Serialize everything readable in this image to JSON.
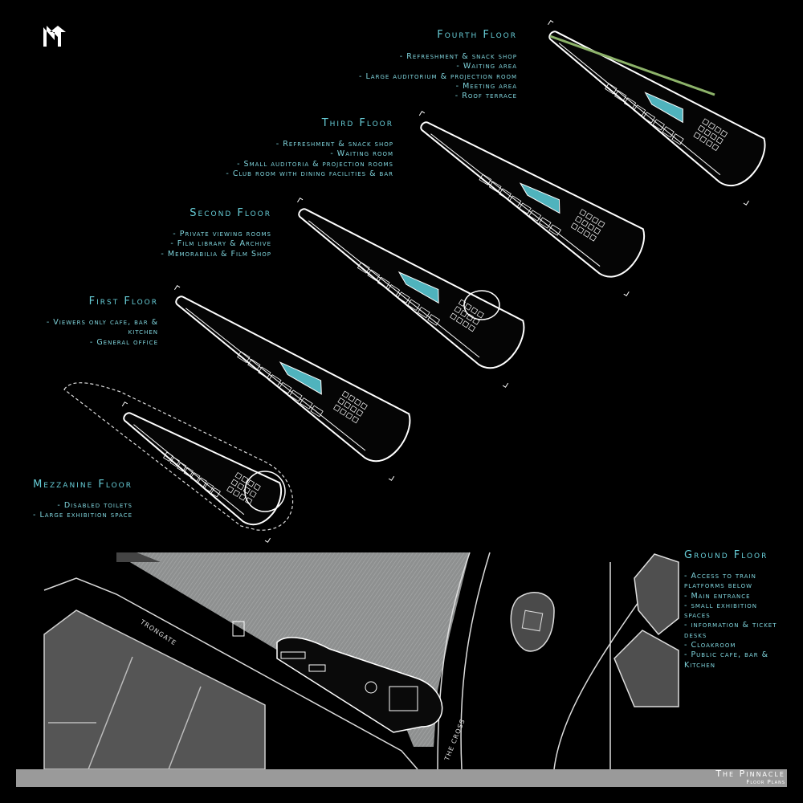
{
  "floors": {
    "fourth": {
      "title": "Fourth Floor",
      "items": [
        "- Refreshment & snack shop",
        "- Waiting area",
        "- Large auditorium & projection room",
        "- Meeting area",
        "- Roof terrace"
      ]
    },
    "third": {
      "title": "Third Floor",
      "items": [
        "- Refreshment & snack shop",
        "- Waiting room",
        "- Small auditoria & projection rooms",
        "- Club room with dining facilities & bar"
      ]
    },
    "second": {
      "title": "Second Floor",
      "items": [
        "- Private viewing rooms",
        "- Film library & Archive",
        "- Memorabilia & Film Shop"
      ]
    },
    "first": {
      "title": "First Floor",
      "items": [
        "- Viewers only cafe, bar &",
        "kitchen",
        "- General office"
      ]
    },
    "mezzanine": {
      "title": "Mezzanine Floor",
      "items": [
        "- Disabled toilets",
        "- Large exhibition space"
      ]
    },
    "ground": {
      "title": "Ground Floor",
      "items": [
        "- Access to train",
        "platforms below",
        "- Main entrance",
        "- small exhibition",
        "spaces",
        "- information & ticket",
        "desks",
        "- Cloakroom",
        "- Public cafe, bar &",
        "Kitchen"
      ]
    }
  },
  "streets": {
    "trongate": "TRONGATE",
    "the_cross": "THE CROSS"
  },
  "footer": {
    "title": "The Pinnacle",
    "subtitle": "Floor Plans"
  },
  "colors": {
    "accent": "#66ccd6",
    "glass": "#4fb3bd",
    "background": "#000000",
    "site_hatch": "#9a9a9a",
    "footer_bar": "#9a9a9a"
  },
  "icons": {
    "north": "north-arrow-icon"
  }
}
